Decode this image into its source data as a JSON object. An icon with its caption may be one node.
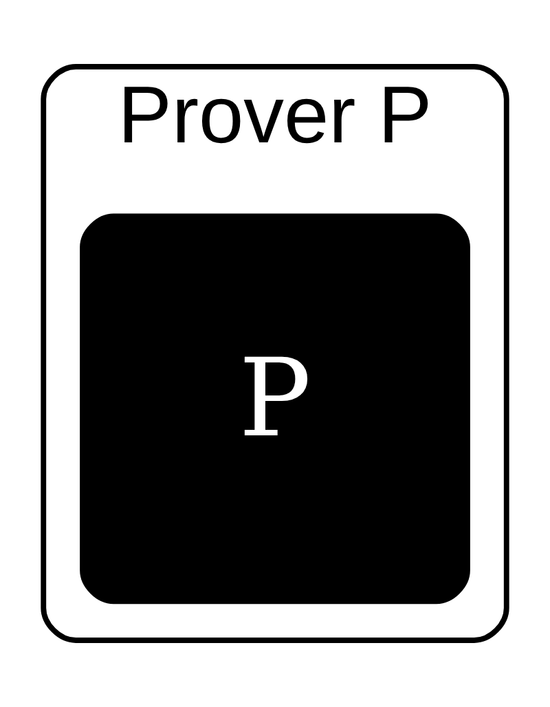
{
  "diagram": {
    "nodes": [
      {
        "text": [
          "Prover P"
        ]
      },
      {
        "text": [
          "P"
        ],
        "in": 0
      }
    ]
  }
}
